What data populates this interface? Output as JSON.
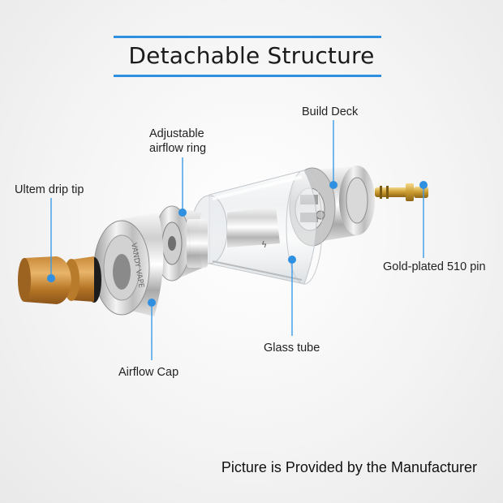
{
  "title": "Detachable Structure",
  "accent_color": "#2f8fe0",
  "labels": {
    "build_deck": "Build Deck",
    "airflow_ring_line1": "Adjustable",
    "airflow_ring_line2": "airflow ring",
    "drip_tip": "Ultem drip tip",
    "pin": "Gold-plated 510 pin",
    "glass_tube": "Glass tube",
    "airflow_cap": "Airflow Cap"
  },
  "engraving": "VANDY VAPE",
  "footer": "Picture is Provided by the Manufacturer"
}
